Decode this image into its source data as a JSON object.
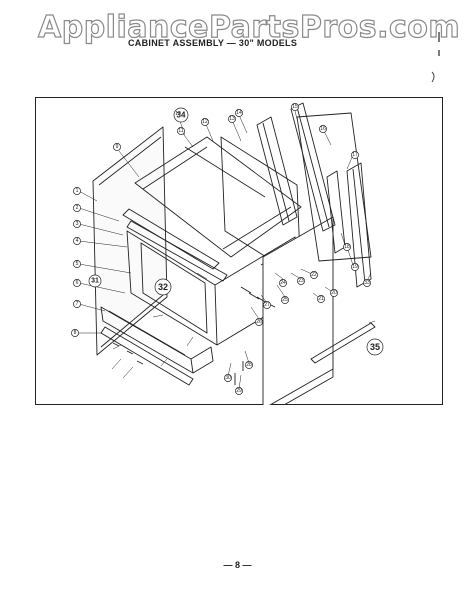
{
  "watermark": "AppliancePartsPros.com",
  "page_title": "CABINET ASSEMBLY — 30\" MODELS",
  "page_number": "— 8 —",
  "callouts": {
    "c1": "1",
    "c2": "2",
    "c3": "3",
    "c4": "4",
    "c5": "5",
    "c6": "6",
    "c7": "7",
    "c8": "8",
    "c9": "9",
    "c10": "10",
    "c11": "11",
    "c12": "12",
    "c13": "13",
    "c14": "14",
    "c15": "15",
    "c16": "16",
    "c17": "17",
    "c18": "18",
    "c19": "19",
    "c20": "20",
    "c21": "21",
    "c22": "22",
    "c23": "23",
    "c24": "24",
    "c25": "25",
    "c26": "26",
    "c27": "27",
    "c28": "28",
    "c29": "29",
    "c30": "30",
    "c31": "31",
    "c32": "32",
    "c33": "33",
    "c34": "34",
    "c35": "35"
  }
}
